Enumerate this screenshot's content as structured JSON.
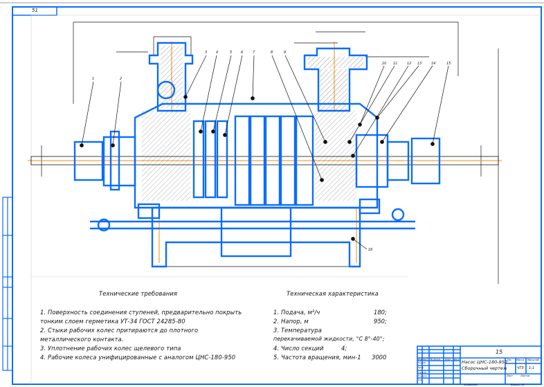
{
  "sheet": {
    "stamp_number": "51",
    "colors": {
      "outline": "#0a6cff",
      "centerline": "#ff8a00",
      "hatch": "#222222",
      "frame": "#0a6cff"
    }
  },
  "drawing": {
    "callouts": [
      "1",
      "2",
      "3",
      "4",
      "5",
      "6",
      "7",
      "8",
      "9",
      "10",
      "11",
      "12",
      "13",
      "14",
      "15",
      "16"
    ]
  },
  "technical_requirements": {
    "title": "Технические требования",
    "lines": [
      "1. Поверхность соединения ступеней, предварительно покрыть",
      "тонким слоем герметика УТ-34  ГОСТ 24285-80",
      "2. Стыки рабочих колес притираются до плотного",
      "металлического контакта.",
      "3. Уплотнение рабочих колес щелевого типа",
      "4. Рабочие колеса унифицированные с аналогом ЦНС-180-950"
    ]
  },
  "technical_characteristics": {
    "title": "Техническая характеристика",
    "items": [
      {
        "label": "1. Подача, м³/ч",
        "value": "180;"
      },
      {
        "label": "2. Напор, м",
        "value": "950;"
      },
      {
        "label": "3. Температура",
        "value": ""
      },
      {
        "label": "перекачиваемой жидкости, °С  8°-40°;",
        "value": ""
      },
      {
        "label": "4. Число секций",
        "value": "4;"
      },
      {
        "label": "5. Частота вращения, мин-1",
        "value": "3000"
      }
    ]
  },
  "title_block": {
    "sheet_code": "15",
    "designation": "Насос ЦНС-180-950",
    "name": "Сборочный чертеж",
    "scale": "1:1",
    "mass": "ЧТЗ",
    "row_headers": [
      "Изм.",
      "Лист",
      "№ докум.",
      "Подп.",
      "Дата"
    ],
    "roles": [
      "Разраб.",
      "Пров.",
      "Т.контр.",
      "Н.контр.",
      "Утв."
    ],
    "columns": [
      "Лит.",
      "Масса",
      "Масштаб"
    ],
    "sheet_label": "Лист",
    "sheets_label": "Листов",
    "bottom_left": "Копировал",
    "bottom_right": "Формат А1"
  }
}
